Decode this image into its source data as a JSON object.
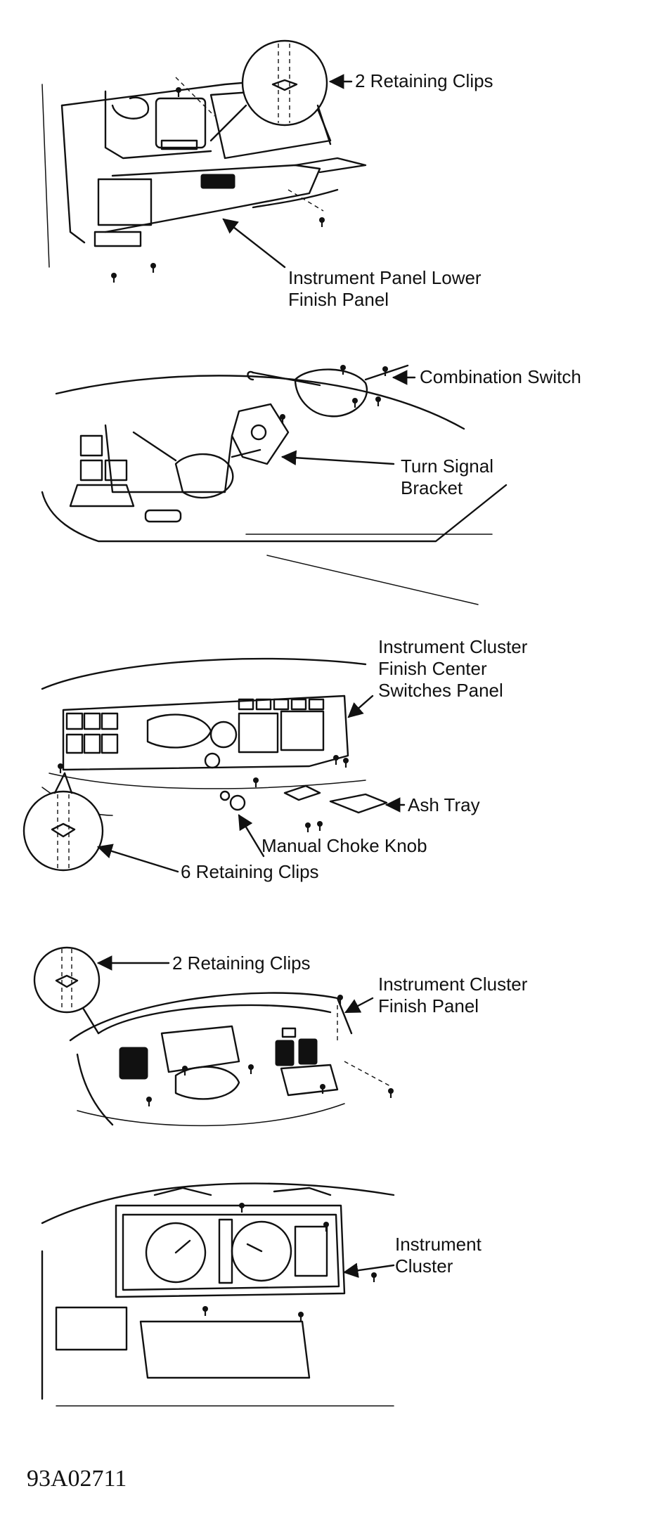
{
  "labels": {
    "retaining_clips_top": "2 Retaining Clips",
    "lower_finish_panel_line1": "Instrument Panel Lower",
    "lower_finish_panel_line2": "Finish Panel",
    "combination_switch": "Combination Switch",
    "turn_signal_line1": "Turn Signal",
    "turn_signal_line2": "Bracket",
    "center_panel_line1": "Instrument Cluster",
    "center_panel_line2": "Finish Center",
    "center_panel_line3": "Switches Panel",
    "ash_tray": "Ash Tray",
    "manual_choke_knob": "Manual Choke Knob",
    "six_retaining_clips": "6 Retaining Clips",
    "retaining_clips_fourth": "2 Retaining Clips",
    "cluster_finish_line1": "Instrument Cluster",
    "cluster_finish_line2": "Finish Panel",
    "cluster_line1": "Instrument",
    "cluster_line2": "Cluster"
  },
  "figure_code": "93A02711",
  "icons": [
    "retaining-clip-detail-icon",
    "screw-icon",
    "leader-arrow-icon"
  ]
}
